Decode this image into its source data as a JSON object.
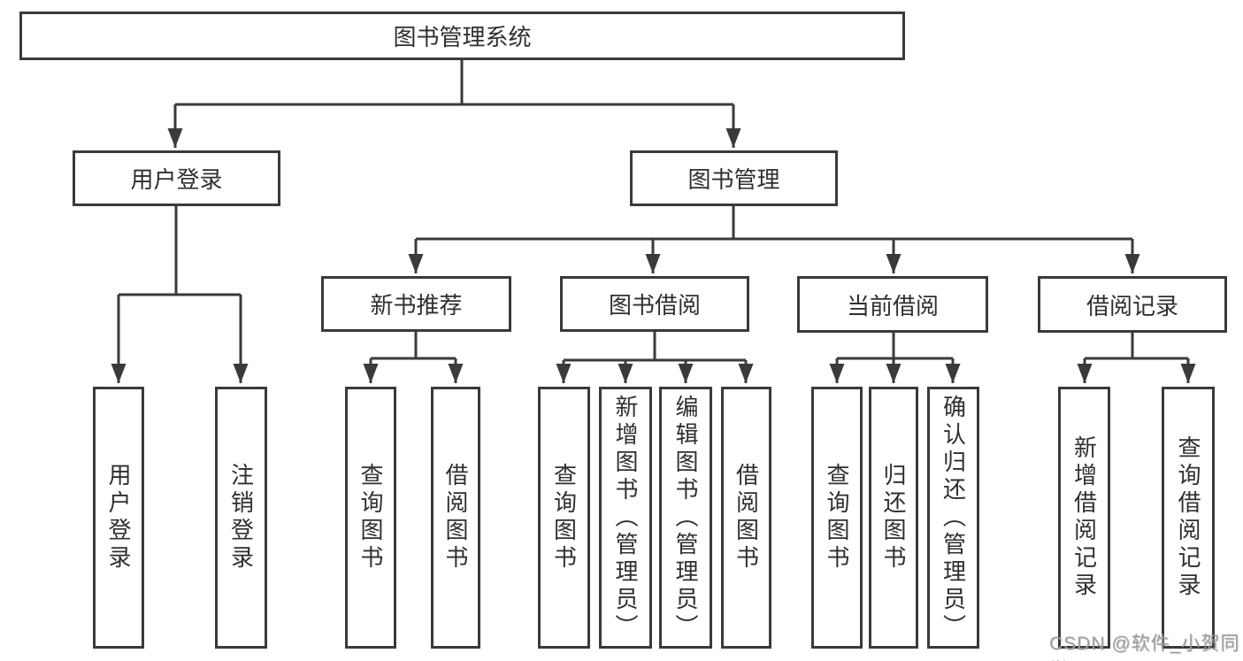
{
  "diagram": {
    "colors": {
      "line": "#3a3a3a",
      "box_border": "#3a3a3a",
      "text": "#2f2f2f",
      "background": "#ffffff",
      "watermark_text": "#9e9e9e"
    },
    "tree": {
      "label": "图书管理系统",
      "children": [
        {
          "label": "用户登录",
          "children": [
            {
              "label": "用户登录"
            },
            {
              "label": "注销登录"
            }
          ]
        },
        {
          "label": "图书管理",
          "children": [
            {
              "label": "新书推荐",
              "children": [
                {
                  "label": "查询图书"
                },
                {
                  "label": "借阅图书"
                }
              ]
            },
            {
              "label": "图书借阅",
              "children": [
                {
                  "label": "查询图书"
                },
                {
                  "label": "新增图书（管理员）"
                },
                {
                  "label": "编辑图书（管理员）"
                },
                {
                  "label": "借阅图书"
                }
              ]
            },
            {
              "label": "当前借阅",
              "children": [
                {
                  "label": "查询图书"
                },
                {
                  "label": "归还图书"
                },
                {
                  "label": "确认归还（管理员）"
                }
              ]
            },
            {
              "label": "借阅记录",
              "children": [
                {
                  "label": "新增借阅记录"
                },
                {
                  "label": "查询借阅记录"
                }
              ]
            }
          ]
        }
      ]
    },
    "watermark": {
      "text": "CSDN @软件_小贺同学"
    }
  }
}
